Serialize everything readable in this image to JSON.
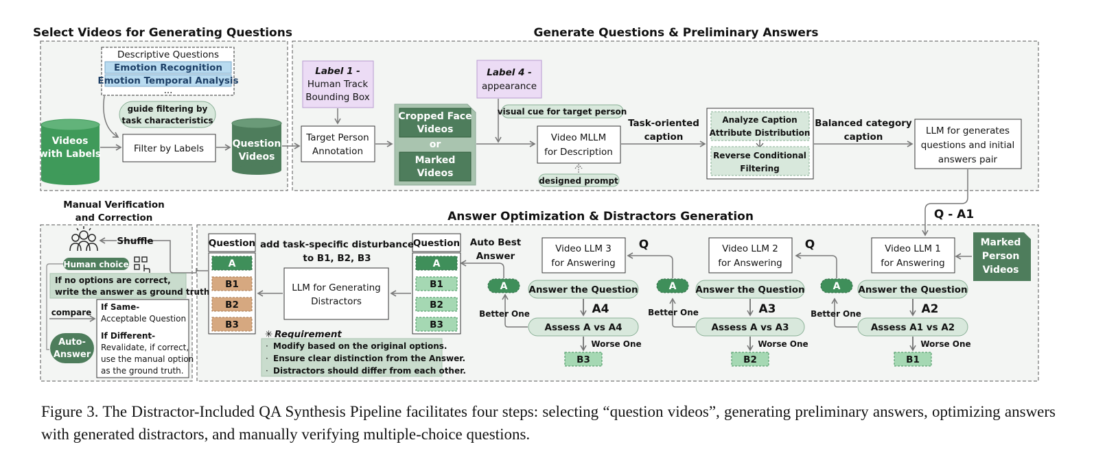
{
  "sections": {
    "select_title": "Select Videos for Generating Questions",
    "generate_title": "Generate Questions & Preliminary Answers",
    "optimize_title": "Answer Optimization & Distractors Generation",
    "manual_title_1": "Manual Verification",
    "manual_title_2": "and Correction"
  },
  "select": {
    "desc_header": "Descriptive Questions",
    "desc_item_1": "Emotion Recognition",
    "desc_item_2": "Emotion Temporal Analysis",
    "desc_ellipsis": "...",
    "guide_1": "guide filtering by",
    "guide_2": "task characteristics",
    "videos_1": "Videos",
    "videos_2": "with Labels",
    "filter": "Filter by Labels",
    "question_1": "Question",
    "question_2": "Videos"
  },
  "generate": {
    "label1_a": "Label 1 -",
    "label1_b": "Human Track",
    "label1_c": "Bounding Box",
    "target_1": "Target Person",
    "target_2": "Annotation",
    "cropped_1": "Cropped Face",
    "cropped_2": "Videos",
    "or": "or",
    "marked_1": "Marked",
    "marked_2": "Videos",
    "label4_a": "Label 4 -",
    "label4_b": "appearance",
    "visual_cue": "visual cue for target person",
    "mllm_1": "Video MLLM",
    "mllm_2": "for Description",
    "designed_prompt": "designed prompt",
    "task_caption_1": "Task-oriented",
    "task_caption_2": "caption",
    "analyze_1": "Analyze Caption",
    "analyze_2": "Attribute Distribution",
    "reverse_1": "Reverse Conditional",
    "reverse_2": "Filtering",
    "balanced_1": "Balanced category",
    "balanced_2": "caption",
    "llm_1": "LLM for generates",
    "llm_2": "questions and initial",
    "llm_3": "answers pair",
    "qa1": "Q - A1"
  },
  "optimize": {
    "marked_person_1": "Marked",
    "marked_person_2": "Person",
    "marked_person_3": "Videos",
    "vllm1_1": "Video LLM 1",
    "vllm1_2": "for Answering",
    "vllm2_1": "Video LLM 2",
    "vllm2_2": "for Answering",
    "vllm3_1": "Video LLM 3",
    "vllm3_2": "for Answering",
    "answer_q": "Answer the Question",
    "a2": "A2",
    "a3": "A3",
    "a4": "A4",
    "assess1": "Assess A1 vs A2",
    "assess2": "Assess A vs A3",
    "assess3": "Assess A vs A4",
    "worse_one": "Worse One",
    "better_one": "Better One",
    "b1": "B1",
    "b2": "B2",
    "b3": "B3",
    "a": "A",
    "q": "Q",
    "auto_best_1": "Auto Best",
    "auto_best_2": "Answer",
    "question": "Question",
    "llm_distract_1": "LLM for Generating",
    "llm_distract_2": "Distractors",
    "add_task_1": "add  task-specific disturbance",
    "add_task_2": "to B1, B2, B3",
    "req_title": "Requirement",
    "req_1": "Modify based on the original options.",
    "req_2": "Ensure clear distinction from the Answer.",
    "req_3": "Distractors should differ from each other."
  },
  "manual": {
    "shuffle": "Shuffle",
    "human_choice": "Human choice",
    "if_no_1": "If no options are correct,",
    "if_no_2": "write the answer as ground truth",
    "compare": "compare",
    "if_same": "If Same-",
    "acceptable": "Acceptable Question",
    "if_diff": "If Different-",
    "reval_1": "Revalidate, if correct,",
    "reval_2": "use the manual option",
    "reval_3": "as the ground truth.",
    "auto_1": "Auto-",
    "auto_2": "Answer"
  },
  "caption": "Figure 3.  The Distractor-Included QA Synthesis Pipeline facilitates four steps: selecting “question videos”, generating preliminary answers, optimizing answers with generated distractors, and manually verifying multiple-choice questions.",
  "colors": {
    "dark_green": "#4e7d5c",
    "mid_green": "#3f8f5a",
    "light_green": "#d8e8dc",
    "lavender": "#ecdcf5",
    "tan": "#d6a880",
    "blue": "#b9dbf0"
  }
}
